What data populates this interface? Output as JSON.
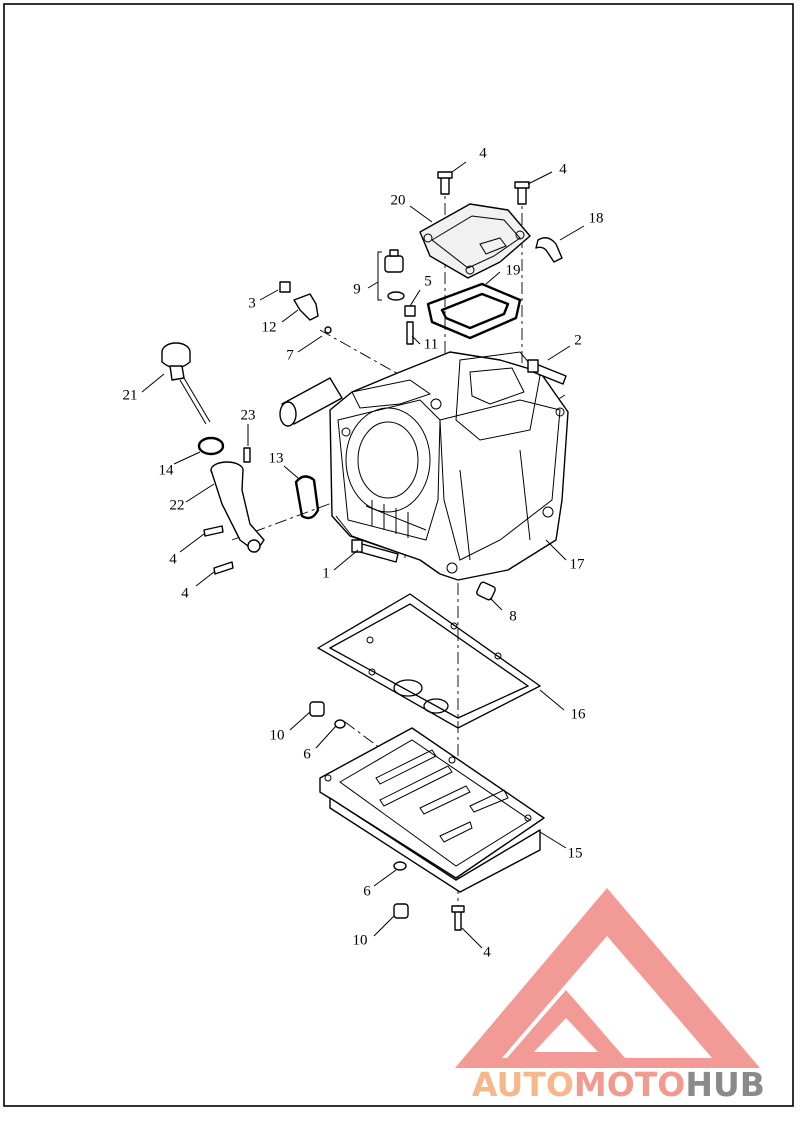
{
  "callouts": [
    {
      "id": "c1",
      "label": "1"
    },
    {
      "id": "c2",
      "label": "2"
    },
    {
      "id": "c3",
      "label": "3"
    },
    {
      "id": "c4a",
      "label": "4"
    },
    {
      "id": "c4b",
      "label": "4"
    },
    {
      "id": "c4c",
      "label": "4"
    },
    {
      "id": "c4d",
      "label": "4"
    },
    {
      "id": "c4e",
      "label": "4"
    },
    {
      "id": "c5",
      "label": "5"
    },
    {
      "id": "c6a",
      "label": "6"
    },
    {
      "id": "c6b",
      "label": "6"
    },
    {
      "id": "c7",
      "label": "7"
    },
    {
      "id": "c8",
      "label": "8"
    },
    {
      "id": "c9",
      "label": "9"
    },
    {
      "id": "c10a",
      "label": "10"
    },
    {
      "id": "c10b",
      "label": "10"
    },
    {
      "id": "c11",
      "label": "11"
    },
    {
      "id": "c12",
      "label": "12"
    },
    {
      "id": "c13",
      "label": "13"
    },
    {
      "id": "c14",
      "label": "14"
    },
    {
      "id": "c15",
      "label": "15"
    },
    {
      "id": "c16",
      "label": "16"
    },
    {
      "id": "c17",
      "label": "17"
    },
    {
      "id": "c18",
      "label": "18"
    },
    {
      "id": "c19",
      "label": "19"
    },
    {
      "id": "c20",
      "label": "20"
    },
    {
      "id": "c21",
      "label": "21"
    },
    {
      "id": "c22",
      "label": "22"
    },
    {
      "id": "c23",
      "label": "23"
    }
  ],
  "watermark": {
    "part1": "AUTO",
    "part2": "MOTO",
    "part3": "HUB",
    "color_part1": "#f6b88a",
    "color_part2": "#f29a8e",
    "color_part3": "#8a8a8a",
    "mark_color": "#f08a84"
  },
  "colors": {
    "line": "#000000",
    "background": "#ffffff"
  }
}
